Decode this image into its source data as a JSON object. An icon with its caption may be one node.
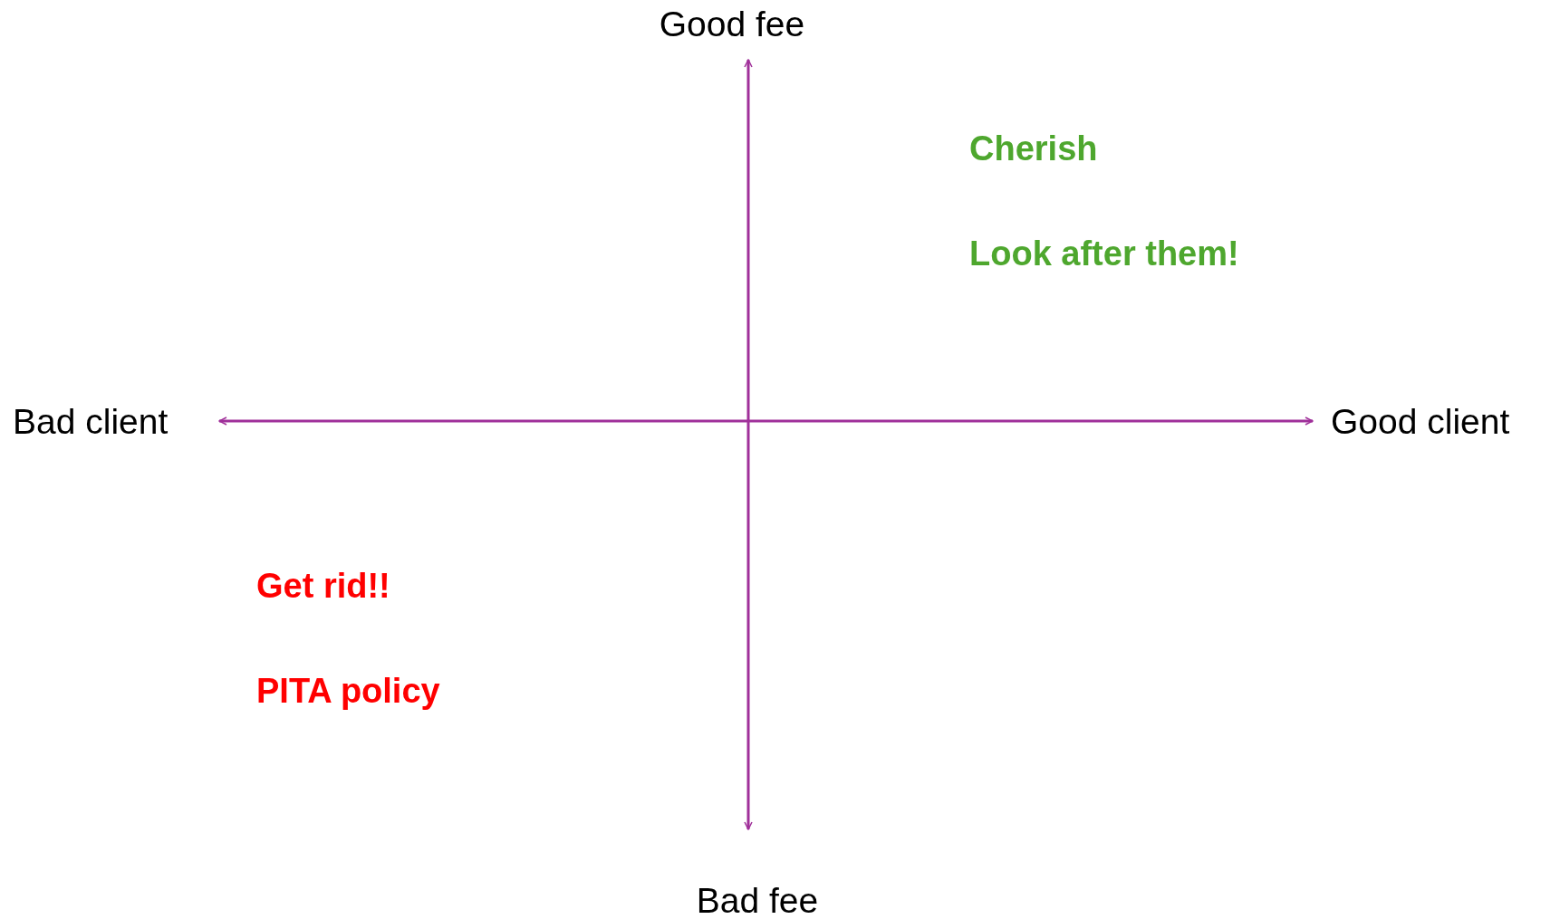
{
  "diagram": {
    "labels": [
      "Good fee",
      "Cherish",
      "Look after them!",
      "Bad client",
      "Good client",
      "Get rid!!",
      "PITA policy",
      "Bad fee"
    ]
  }
}
